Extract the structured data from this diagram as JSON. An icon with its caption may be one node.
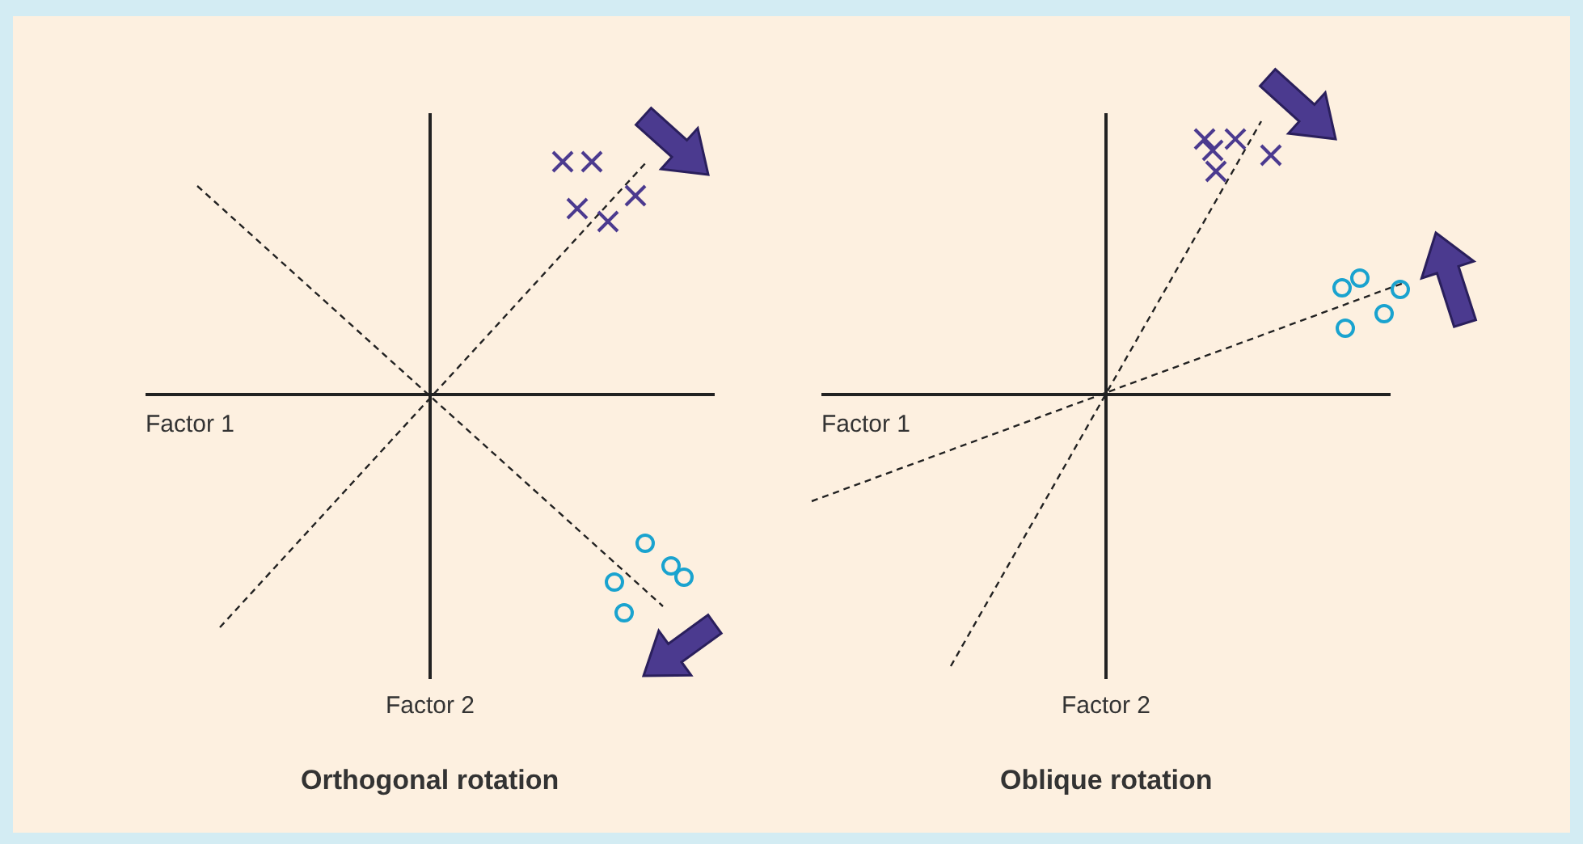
{
  "diagram": {
    "labels": [
      "Factor 1",
      "Factor 2",
      "Orthogonal rotation",
      "Factor 1",
      "Factor 2",
      "Oblique rotation"
    ]
  }
}
